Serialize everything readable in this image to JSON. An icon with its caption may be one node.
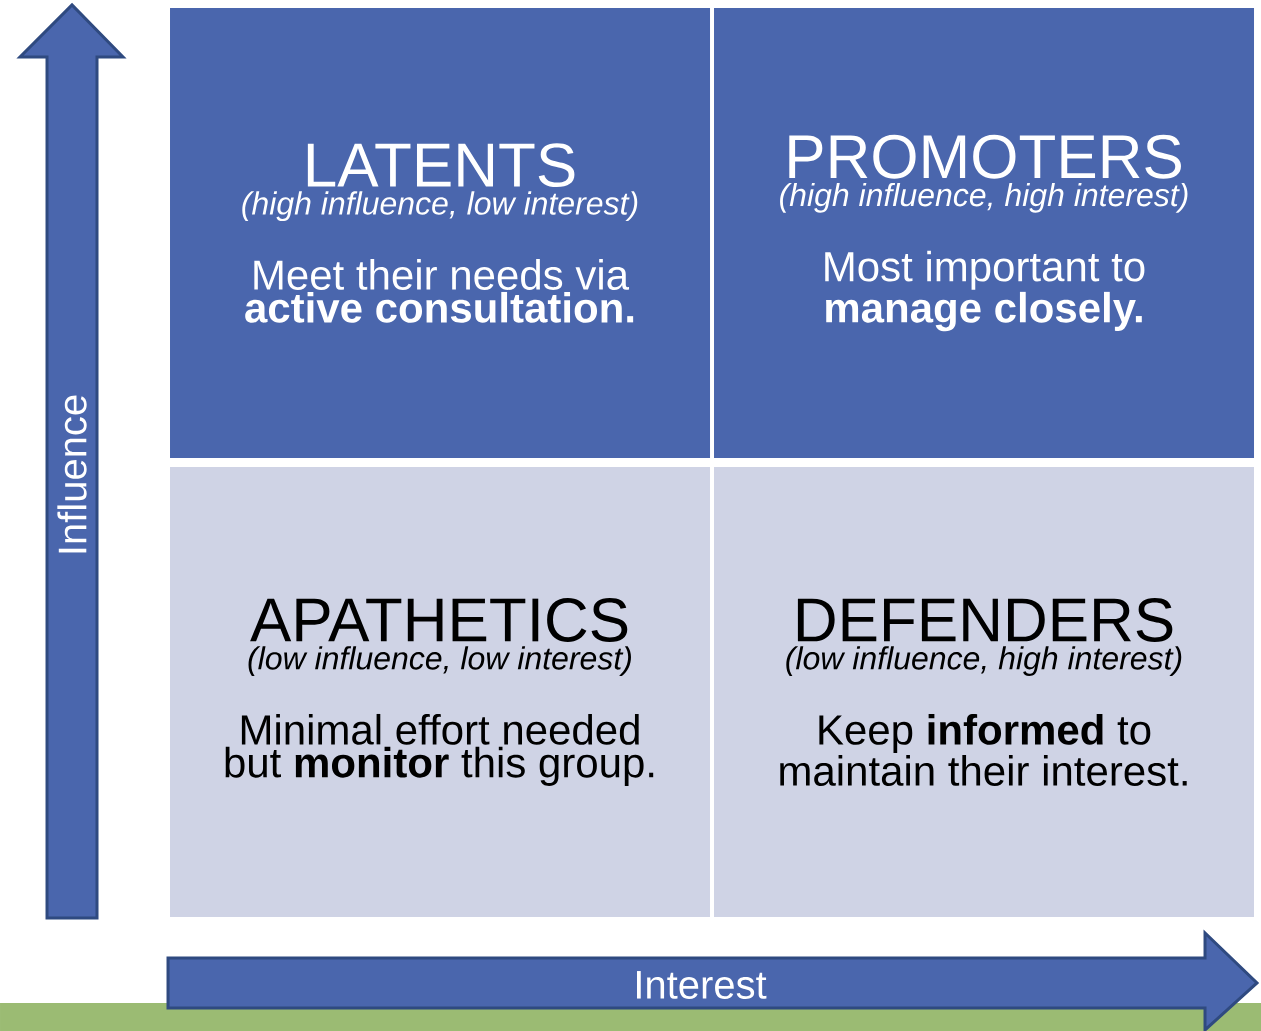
{
  "diagram": {
    "nodes": [
      {
        "text": [
          "LATENTS",
          "(high influence, low interest)",
          "Meet their needs via **active consultation.**"
        ]
      },
      {
        "text": [
          "PROMOTERS",
          "(high influence, high interest)",
          "Most important to **manage closely.**"
        ]
      },
      {
        "text": [
          "APATHETICS",
          "(low influence, low interest)",
          "Minimal effort needed but **monitor** this group."
        ]
      },
      {
        "text": [
          "DEFENDERS",
          "(low influence, high interest)",
          "Keep **informed** to maintain their interest."
        ]
      }
    ],
    "labels": [
      "Influence",
      "Interest"
    ]
  }
}
